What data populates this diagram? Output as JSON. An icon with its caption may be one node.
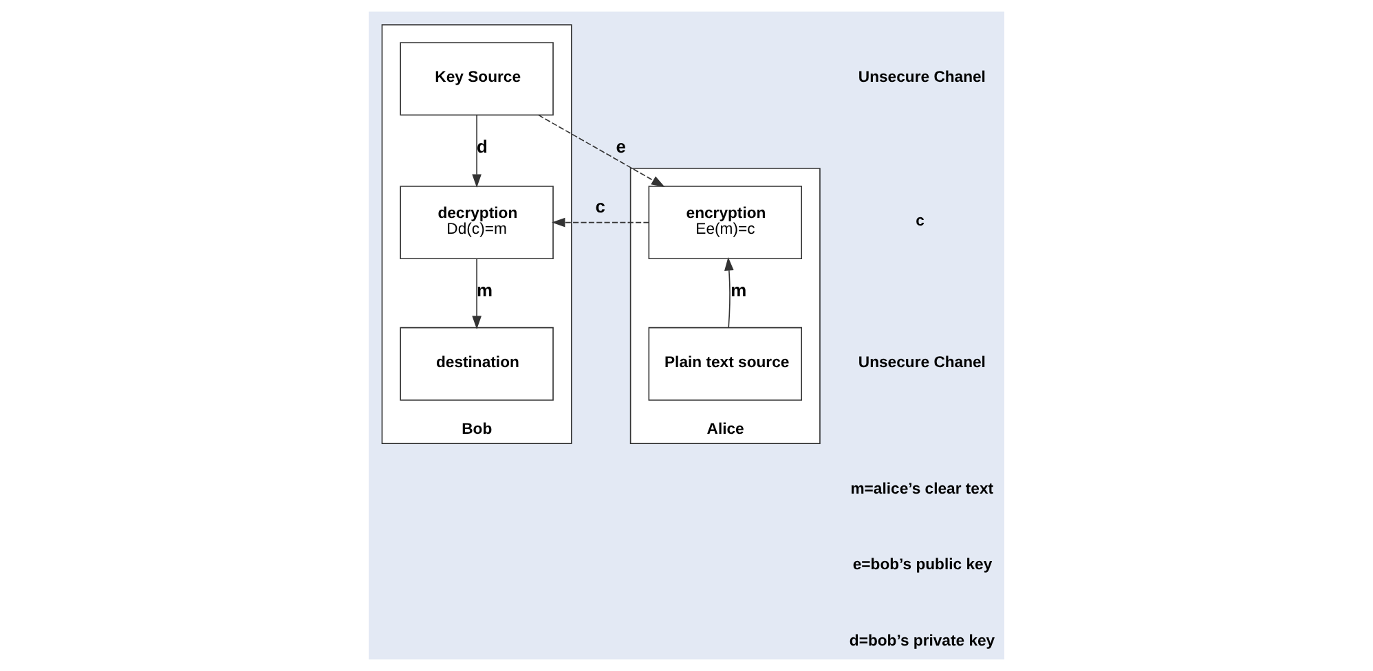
{
  "diagram": {
    "nodes": [
      {
        "text": [
          "Alice"
        ]
      },
      {
        "text": [
          "encryption",
          "Ee(m)=c"
        ],
        "in": 0
      },
      {
        "text": [
          "Plain text source"
        ],
        "in": 0
      },
      {
        "text": [
          "Bob"
        ]
      },
      {
        "text": [
          "Key Source"
        ],
        "in": 3
      },
      {
        "text": [
          "decryption",
          "Dd(c)=m"
        ],
        "in": 3
      },
      {
        "text": [
          "destination"
        ],
        "in": 3
      }
    ],
    "edges": [
      {
        "from": 4,
        "to": 1,
        "arrow": "to",
        "label": "e",
        "style": "dashed"
      },
      {
        "from": 1,
        "to": 5,
        "arrow": "to",
        "label": "c",
        "style": "dashed"
      },
      {
        "from": 2,
        "to": 1,
        "arrow": "to",
        "label": "m"
      },
      {
        "from": 4,
        "to": 5,
        "arrow": "to",
        "label": "d"
      },
      {
        "from": 5,
        "to": 6,
        "arrow": "to",
        "label": "m"
      }
    ],
    "labels": [
      "Unsecure Chanel",
      "c",
      "Unsecure Chanel",
      "m=alice’s clear text",
      "e=bob’s public key",
      "d=bob’s private key"
    ]
  }
}
